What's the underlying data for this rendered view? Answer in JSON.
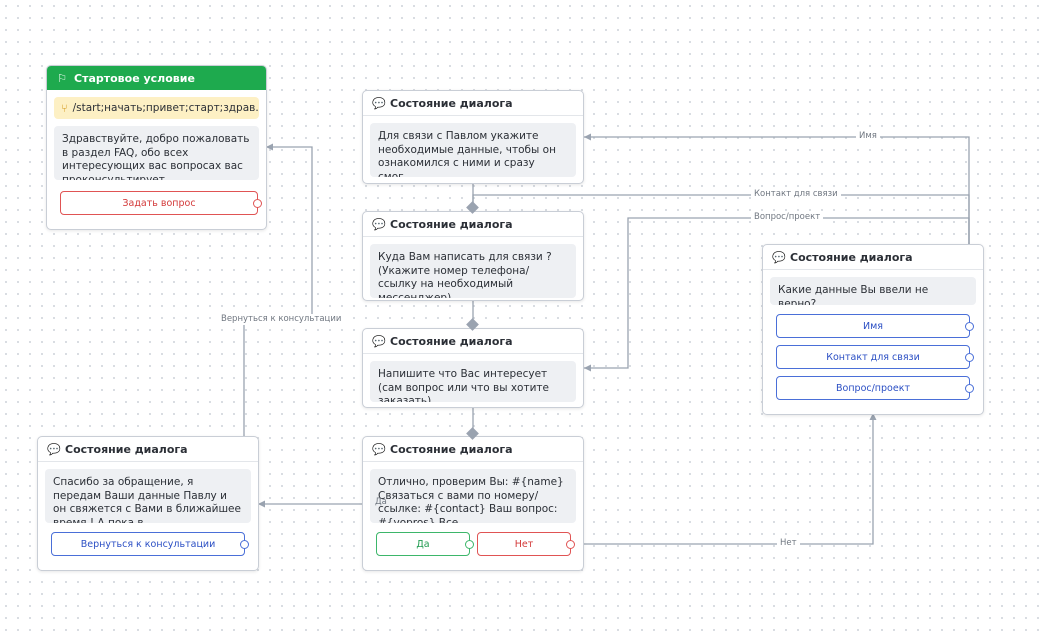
{
  "start_node": {
    "title": "Стартовое условие",
    "trigger": "/start;начать;привет;старт;здрав...",
    "text": "Здравствуйте, добро пожаловать в раздел FAQ, обо всех интересующих вас вопросах вас проконсультирует...",
    "button": "Задать вопрос"
  },
  "nodes": [
    {
      "title": "Состояние диалога",
      "text": "Для связи с Павлом укажите необходимые данные, чтобы он ознакомился с ними и сразу смог..."
    },
    {
      "title": "Состояние диалога",
      "text": "Куда Вам написать для связи ? (Укажите номер телефона/ссылку на необходимый мессенджер)"
    },
    {
      "title": "Состояние диалога",
      "text": "Напишите что Вас интересует (сам вопрос или что вы хотите заказать)"
    },
    {
      "title": "Состояние диалога",
      "text": "Отлично, проверим Вы: #{name} Связаться с вами по номеру/ссылке: #{contact} Ваш вопрос: #{vopros} Все...",
      "buttons": [
        "Да",
        "Нет"
      ]
    },
    {
      "title": "Состояние диалога",
      "text": "Спасибо за обращение, я передам Ваши данные Павлу и он свяжется с Вами в ближайшее время ! А пока в...",
      "buttons": [
        "Вернуться к консультации"
      ]
    },
    {
      "title": "Состояние диалога",
      "text": "Какие данные Вы ввели не верно?",
      "buttons": [
        "Имя",
        "Контакт для связи",
        "Вопрос/проект"
      ]
    }
  ],
  "edge_labels": {
    "name": "Имя",
    "contact": "Контакт для связи",
    "question": "Вопрос/проект",
    "back": "Вернуться к консультации",
    "yes": "Да",
    "no": "Нет"
  },
  "icons": {
    "start": "flag-icon",
    "trigger": "branch-icon",
    "state": "chat-bubble-icon"
  },
  "colors": {
    "start_header": "#1eaa4e",
    "trigger_bg": "#fdf0c4",
    "primary": "#4a6fd8",
    "danger": "#e05454",
    "success": "#3db66a",
    "edge": "#9aa3b0"
  }
}
